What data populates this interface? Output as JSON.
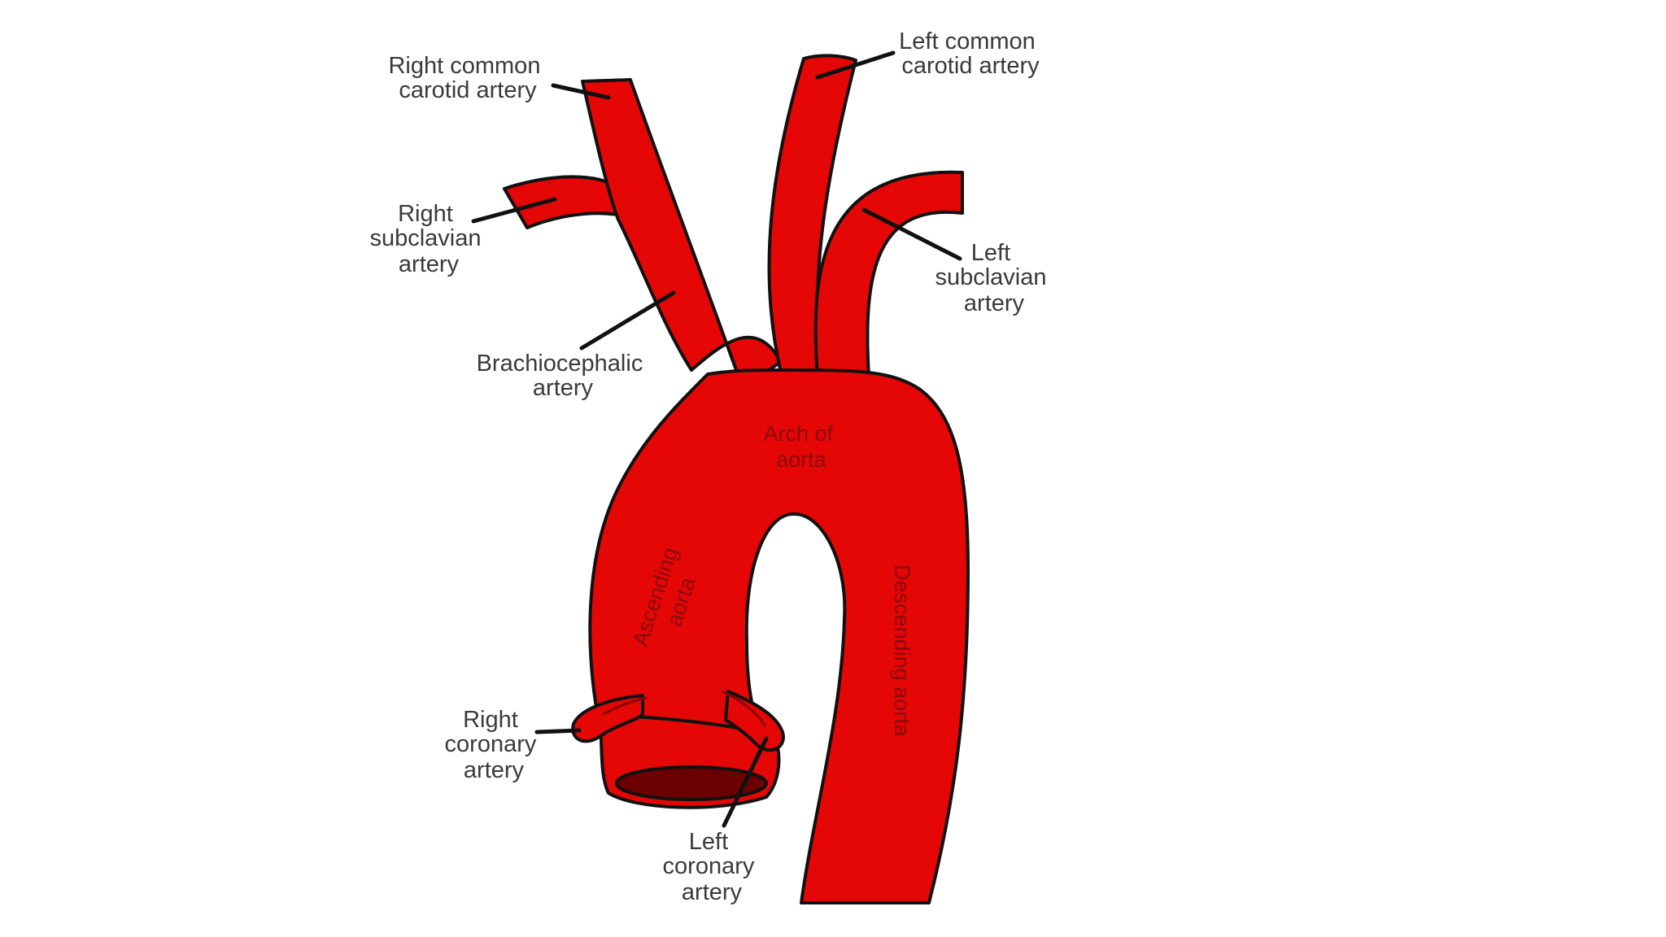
{
  "colors": {
    "vessel_fill": "#e50606",
    "outline": "#111111",
    "label_text": "#3a3a3a",
    "inner_label_text": "#8a0b0b",
    "background": "#ffffff"
  },
  "labels": {
    "right_common_carotid": [
      "Right common",
      "carotid artery"
    ],
    "left_common_carotid": [
      "Left common",
      "carotid artery"
    ],
    "right_subclavian": [
      "Right",
      "subclavian",
      "artery"
    ],
    "left_subclavian": [
      "Left",
      "subclavian",
      "artery"
    ],
    "brachiocephalic": [
      "Brachiocephalic",
      "artery"
    ],
    "arch_of_aorta": [
      "Arch of",
      "aorta"
    ],
    "ascending_aorta": [
      "Ascending",
      "aorta"
    ],
    "descending_aorta": "Descending aorta",
    "right_coronary": [
      "Right",
      "coronary",
      "artery"
    ],
    "left_coronary": [
      "Left",
      "coronary",
      "artery"
    ]
  }
}
